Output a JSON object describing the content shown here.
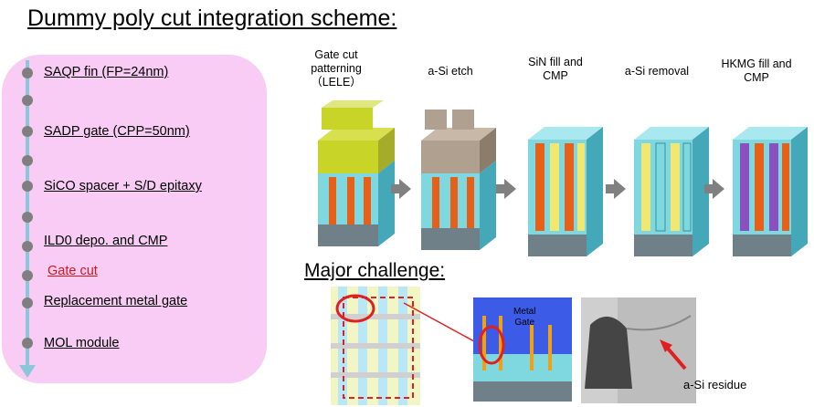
{
  "title": "Dummy poly cut integration scheme:",
  "flow": {
    "steps": [
      {
        "label": "SAQP fin (FP=24nm)"
      },
      {
        "label": "SADP gate (CPP=50nm)"
      },
      {
        "label": "SiCO spacer + S/D epitaxy"
      },
      {
        "label": "ILD0 depo. and CMP"
      },
      {
        "label": "Gate cut"
      },
      {
        "label": "Replacement metal gate"
      },
      {
        "label": "MOL module"
      }
    ],
    "highlight_color": "#d01818"
  },
  "process": {
    "captions": {
      "c1": {
        "line1": "Gate cut",
        "line2": "patterning",
        "line3": "（LELE）"
      },
      "c2": {
        "line1": "a-Si etch"
      },
      "c3": {
        "line1": "SiN fill and",
        "line2": "CMP"
      },
      "c4": {
        "line1": "a-Si removal"
      },
      "c5": {
        "line1": "HKMG fill and",
        "line2": "CMP"
      }
    }
  },
  "challenge": {
    "heading": "Major challenge:",
    "metal_gate_label": {
      "line1": "Metal",
      "line2": "Gate"
    },
    "residue_label": "a-Si residue"
  },
  "colors": {
    "flow_box": "#f8ccf4",
    "axis": "#8dc6d8",
    "hardmask": "#c8d428",
    "asi": "#b0a090",
    "ild": "#7fd8e0",
    "fin_base": "#708088",
    "metal_gate": "#3c5ce8"
  }
}
